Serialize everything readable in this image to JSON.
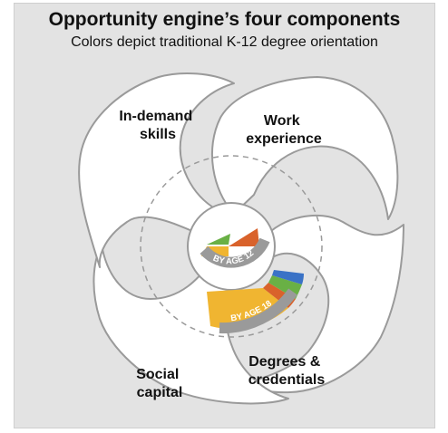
{
  "title": "Opportunity engine’s four components",
  "subtitle": "Colors depict traditional K-12 degree orientation",
  "components": {
    "work_experience": [
      "Work",
      "experience"
    ],
    "in_demand_skills": [
      "In-demand",
      "skills"
    ],
    "degrees_credentials": [
      "Degrees &",
      "credentials"
    ],
    "social_capital": [
      "Social",
      "capital"
    ]
  },
  "age_labels": {
    "age12": "BY AGE 12",
    "age18": "BY AGE 18"
  },
  "colors": {
    "background": "#e3e3e3",
    "blade_fill": "#ffffff",
    "blade_stroke": "#9a9a9a",
    "orange": "#d9622b",
    "gold": "#f0b531",
    "green": "#69b045",
    "blue": "#3a72c6",
    "age_band": "#9a9a9a"
  }
}
